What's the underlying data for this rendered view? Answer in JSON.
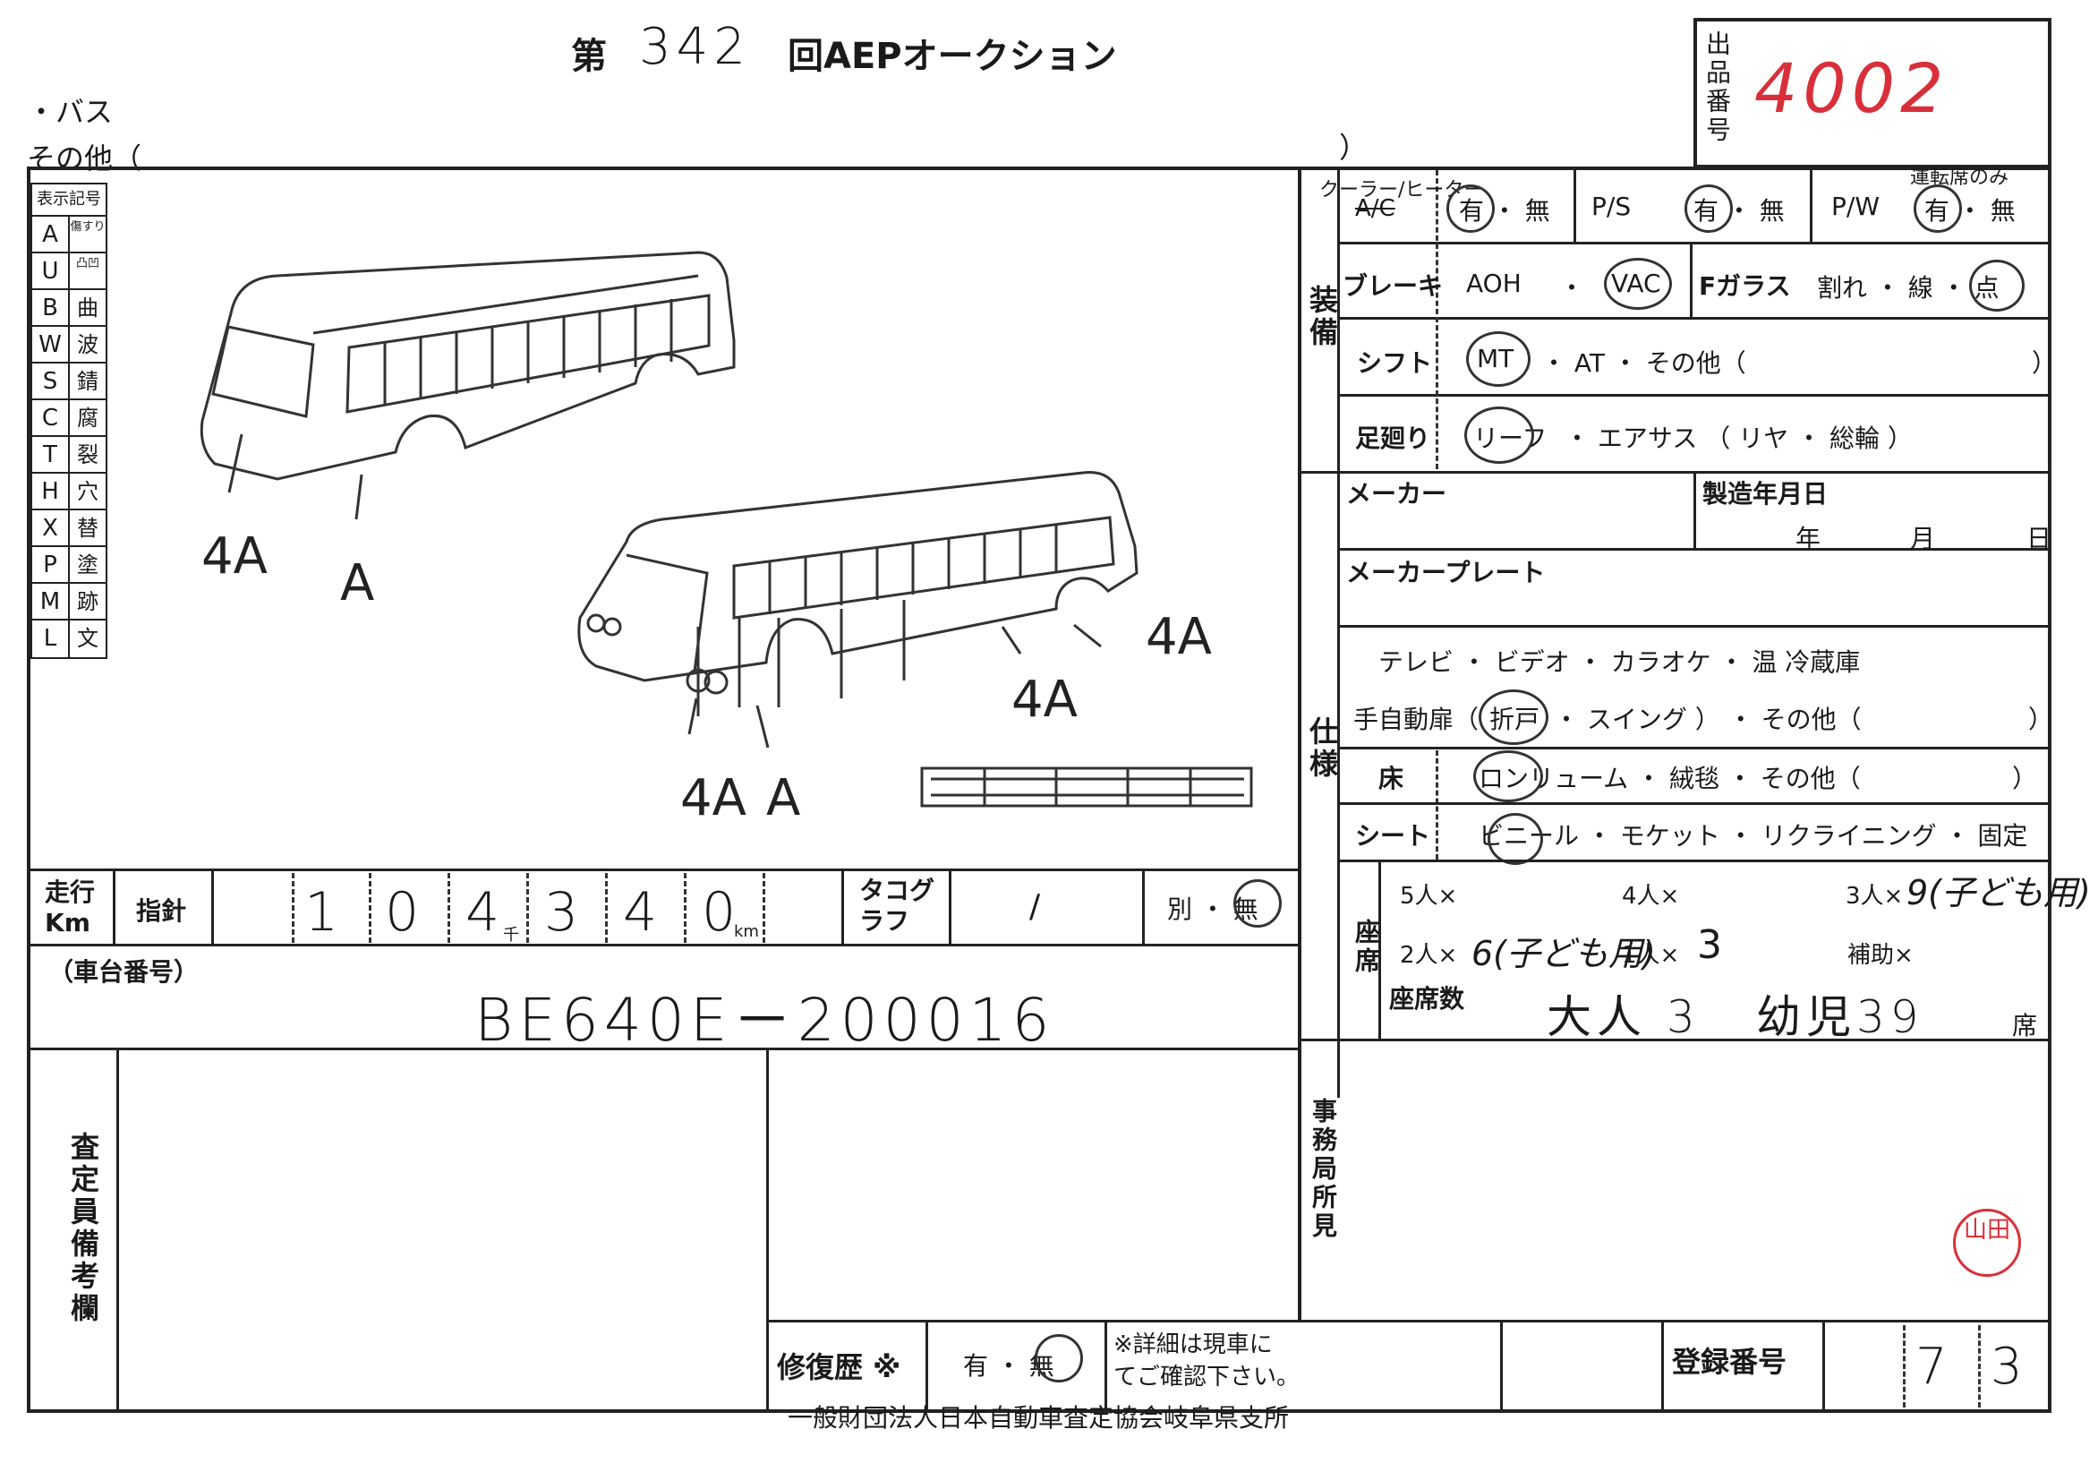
{
  "header": {
    "dai": "第",
    "auction_no": "342",
    "title_suffix": "回AEPオークション",
    "bus_label": "・バス",
    "other_label": "その他（",
    "other_close": "）",
    "lot_label": "出品番号",
    "lot_no": "4002"
  },
  "legend": {
    "title": "表示記号",
    "items": [
      {
        "code": "A",
        "meaning": "傷すり"
      },
      {
        "code": "U",
        "meaning": "凸凹"
      },
      {
        "code": "B",
        "meaning": "曲"
      },
      {
        "code": "W",
        "meaning": "波"
      },
      {
        "code": "S",
        "meaning": "錆"
      },
      {
        "code": "C",
        "meaning": "腐"
      },
      {
        "code": "T",
        "meaning": "裂"
      },
      {
        "code": "H",
        "meaning": "穴"
      },
      {
        "code": "X",
        "meaning": "替"
      },
      {
        "code": "P",
        "meaning": "塗"
      },
      {
        "code": "M",
        "meaning": "跡"
      },
      {
        "code": "L",
        "meaning": "文"
      }
    ]
  },
  "diagram_marks": {
    "m1": "4A",
    "m2": "A",
    "m3": "4A",
    "m4": "4A",
    "m5": "4A",
    "m6": "A"
  },
  "equipment": {
    "section_label": "装備",
    "ac_label": "クーラー/ヒーター",
    "ac_strike": "A/C",
    "ac_opts": "有 ・ 無",
    "ps_label": "P/S",
    "ps_opts": "有 ・ 無",
    "pw_label": "P/W",
    "pw_note": "運転席のみ",
    "pw_opts": "有 ・ 無",
    "brake_label": "ブレーキ",
    "brake_aoh": "AOH",
    "brake_dot": "・",
    "brake_vac": "VAC",
    "fglass_label": "Fガラス",
    "fglass_opts": "割れ ・ 線 ・ 点",
    "shift_label": "シフト",
    "shift_mt": "MT",
    "shift_rest": "・  AT  ・  その他（",
    "shift_close": "）",
    "susp_label": "足廻り",
    "susp_leaf": "リーフ",
    "susp_rest": "・  エアサス （ リヤ ・ 総輪 ）"
  },
  "maker": {
    "maker_label": "メーカー",
    "date_label": "製造年月日",
    "year": "年",
    "month": "月",
    "day": "日",
    "plate_label": "メーカープレート"
  },
  "spec": {
    "section_label": "仕様",
    "row1": "テレビ ・ ビデオ ・ カラオケ ・ 温  冷蔵庫",
    "door_prefix": "手",
    "door_label": "自動扉（",
    "door_folding": "折戸",
    "door_rest": "・ スイング ）  ・  その他（",
    "door_close": "）",
    "floor_label": "床",
    "floor_opts": "ロンリューム ・ 絨毯 ・ その他（",
    "floor_close": "）",
    "seat_label": "シート",
    "seat_opts": "ビニール ・ モケット ・ リクライニング ・ 固定"
  },
  "seats": {
    "section_label": "座席",
    "five": "5人×",
    "four": "4人×",
    "three": "3人×",
    "three_val": "9(子ども用)",
    "two": "2人×",
    "two_val": "6(子ども用)",
    "one": "1人×",
    "one_val": "3",
    "aux": "補助×",
    "count_label": "座席数",
    "adult": "大人 3",
    "child": "幼児39",
    "seki": "席"
  },
  "odometer": {
    "label": "走行Km",
    "needle": "指針",
    "digits": [
      "1",
      "0",
      "4",
      "3",
      "4",
      "0"
    ],
    "sen": "千",
    "km": "km",
    "taco_label": "タコグラフ",
    "taco_val": "/",
    "betsu": "別 ・ 無"
  },
  "chassis": {
    "label": "（車台番号）",
    "value": "BE640E－200016"
  },
  "remarks": {
    "inspector_label": "査定員備考欄",
    "office_label": "事務局所見",
    "repair_label": "修復歴 ※",
    "repair_opts": "有 ・ 無",
    "note1": "※詳細は現車に",
    "note2": "てご確認下さい。",
    "reg_label": "登録番号",
    "reg_d1": "7",
    "reg_d2": "3"
  },
  "footer": "一般財団法人日本自動車査定協会岐阜県支所",
  "stamp": "山田"
}
